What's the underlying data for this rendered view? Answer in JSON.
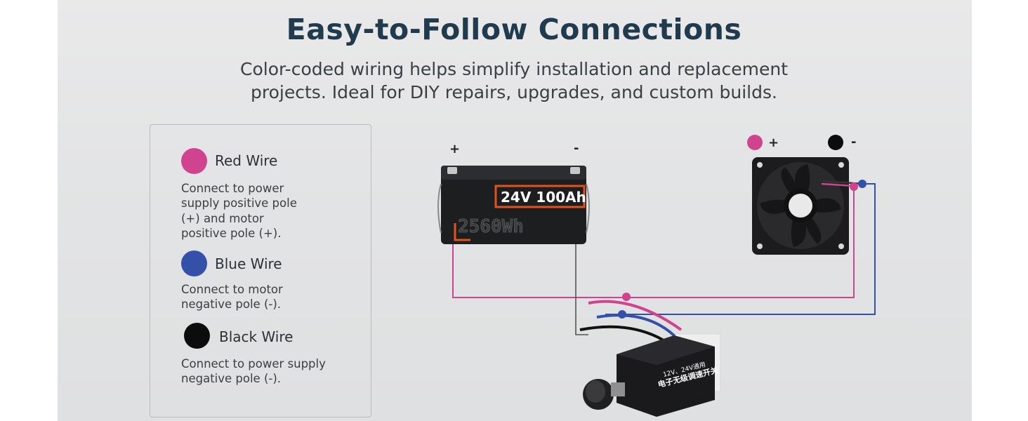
{
  "header": {
    "title": "Easy-to-Follow Connections",
    "subtitle_line1": "Color-coded wiring helps simplify installation and replacement",
    "subtitle_line2": "projects. Ideal for DIY repairs, upgrades, and custom builds."
  },
  "legend": {
    "items": [
      {
        "label": "Red Wire",
        "color": "#d0438f",
        "desc": "Connect to power supply positive pole (+) and motor positive pole (+)."
      },
      {
        "label": "Blue Wire",
        "color": "#3550a9",
        "desc": "Connect to motor negative pole (-)."
      },
      {
        "label": "Black Wire",
        "color": "#0c0c0c",
        "desc": "Connect to power supply negative pole (-)."
      }
    ]
  },
  "battery": {
    "plus": "+",
    "minus": "-",
    "rating": "24V 100Ah",
    "capacity": "2560Wh"
  },
  "fan": {
    "plus": "+",
    "minus": "-"
  },
  "controller": {
    "line1": "12V、24V通用",
    "line2": "电子无级调速开关"
  },
  "colors": {
    "red_wire": "#d0438f",
    "blue_wire": "#3550a9",
    "black_wire": "#111111",
    "battery_accent": "#e2521c"
  }
}
